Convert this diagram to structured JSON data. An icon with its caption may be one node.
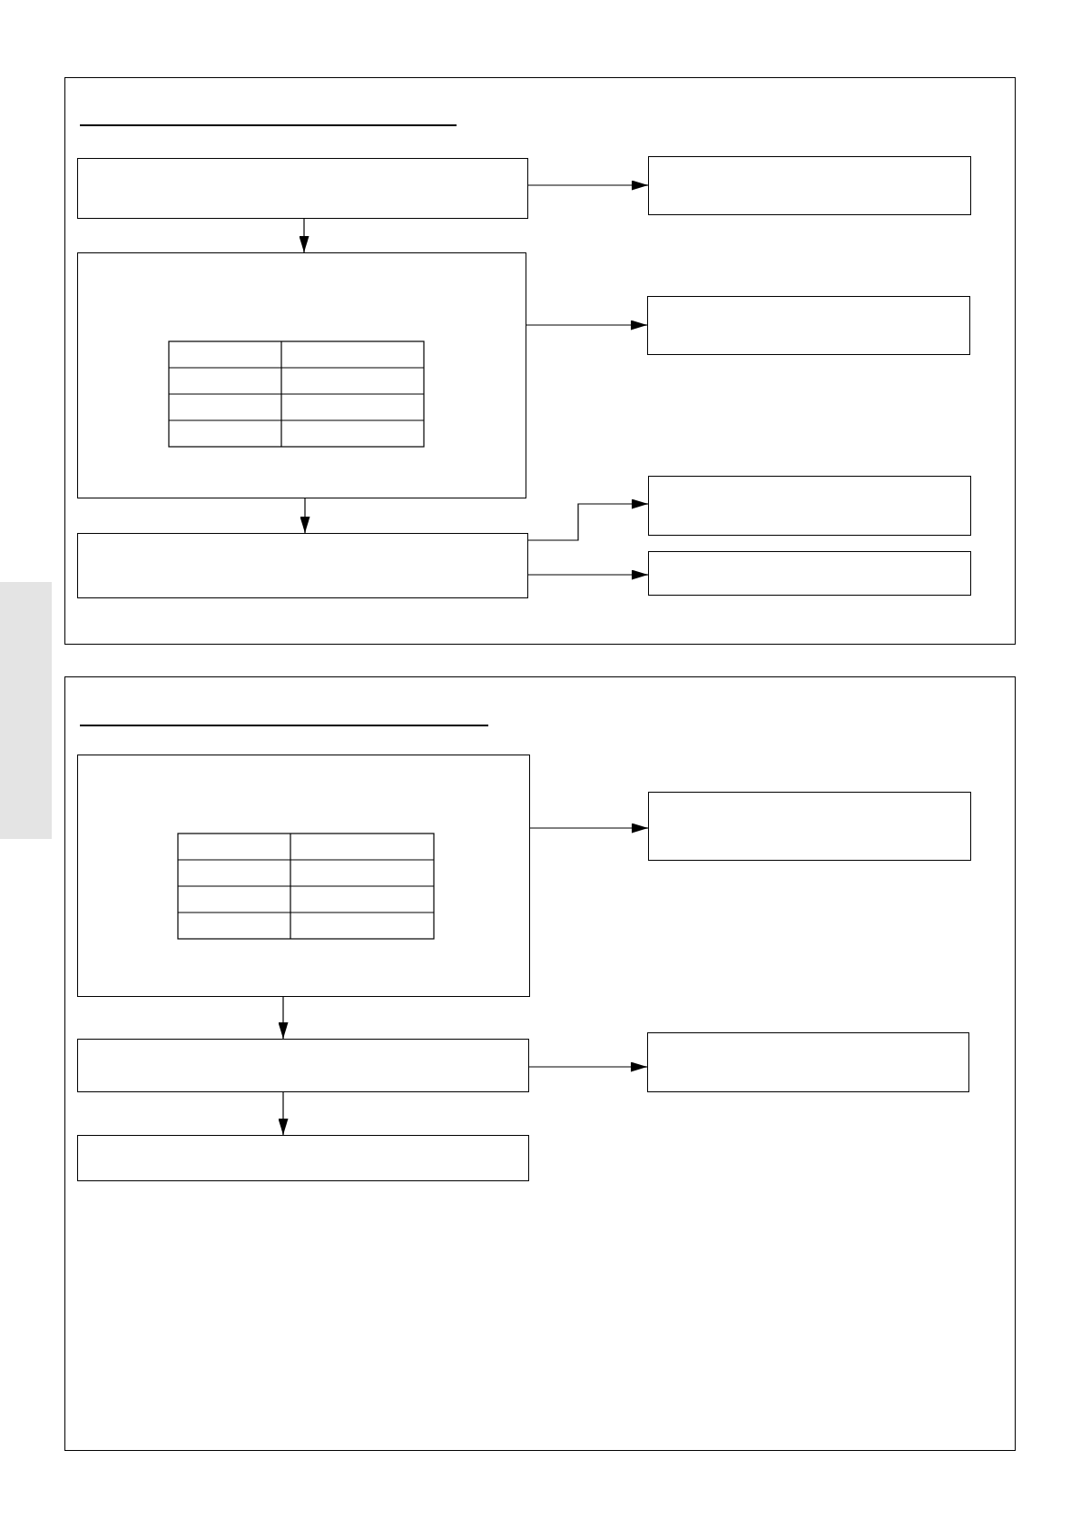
{
  "diagram": {
    "nodes": [
      {
        "text": [],
        "shape": "box"
      },
      {
        "text": [],
        "shape": "box",
        "in": 0
      },
      {
        "text": [],
        "shape": "box",
        "in": 0
      },
      {
        "text": [],
        "shape": "box",
        "in": 0
      },
      {
        "text": [],
        "shape": "box",
        "in": 0
      },
      {
        "text": [],
        "shape": "box",
        "in": 0
      },
      {
        "text": [],
        "shape": "box",
        "in": 0
      },
      {
        "text": [],
        "shape": "box",
        "in": 0
      },
      {
        "text": [],
        "shape": "box"
      },
      {
        "text": [],
        "shape": "box",
        "in": 8
      },
      {
        "text": [],
        "shape": "box",
        "in": 8
      },
      {
        "text": [],
        "shape": "box",
        "in": 8
      },
      {
        "text": [],
        "shape": "box",
        "in": 8
      },
      {
        "text": [],
        "shape": "box",
        "in": 8
      },
      {
        "text": [],
        "shape": "bar"
      }
    ],
    "edges": [
      {
        "from": 1,
        "to": 2,
        "arrow": "to"
      },
      {
        "from": 1,
        "to": 3,
        "arrow": "to"
      },
      {
        "from": 3,
        "to": 4,
        "arrow": "to"
      },
      {
        "from": 3,
        "to": 5,
        "arrow": "to"
      },
      {
        "from": 5,
        "to": 6,
        "arrow": "to"
      },
      {
        "from": 5,
        "to": 7,
        "arrow": "to"
      },
      {
        "from": 9,
        "to": 10,
        "arrow": "to"
      },
      {
        "from": 9,
        "to": 11,
        "arrow": "to"
      },
      {
        "from": 11,
        "to": 12,
        "arrow": "to"
      },
      {
        "from": 11,
        "to": 13,
        "arrow": "to"
      }
    ]
  }
}
